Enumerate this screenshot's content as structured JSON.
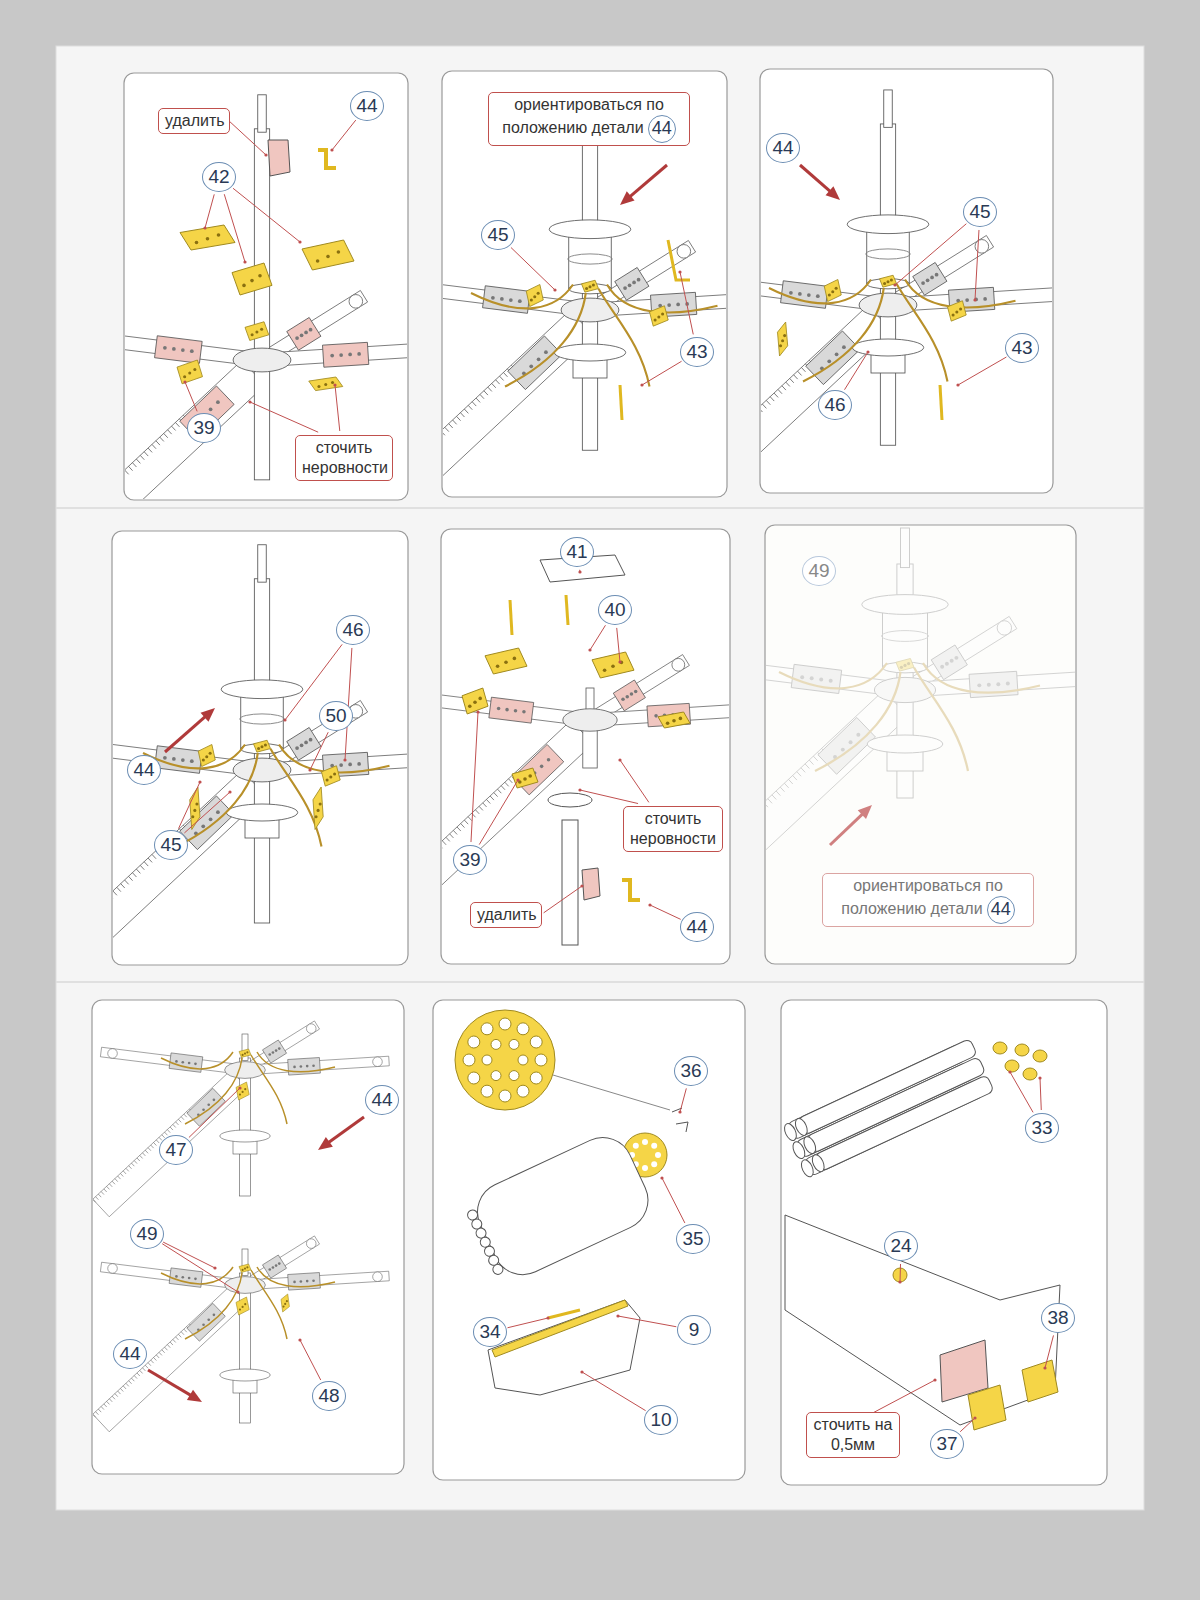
{
  "diagram": {
    "nodes": [
      {
        "text": [
          "удалить"
        ]
      },
      {
        "text": [
          "сточить неровности"
        ]
      },
      {
        "text": [
          "ориентироваться по положению детали",
          "44"
        ]
      },
      {
        "text": [
          "сточить неровности"
        ]
      },
      {
        "text": [
          "удалить"
        ]
      },
      {
        "text": [
          "ориентироваться по положению детали",
          "44"
        ]
      },
      {
        "text": [
          "сточить на 0,5мм"
        ]
      }
    ],
    "labels": [
      "44",
      "42",
      "39",
      "45",
      "43",
      "44",
      "45",
      "43",
      "46",
      "46",
      "50",
      "44",
      "45",
      "41",
      "40",
      "39",
      "44",
      "49",
      "47",
      "44",
      "49",
      "44",
      "48",
      "36",
      "35",
      "34",
      "9",
      "10",
      "33",
      "24",
      "38",
      "37"
    ]
  }
}
